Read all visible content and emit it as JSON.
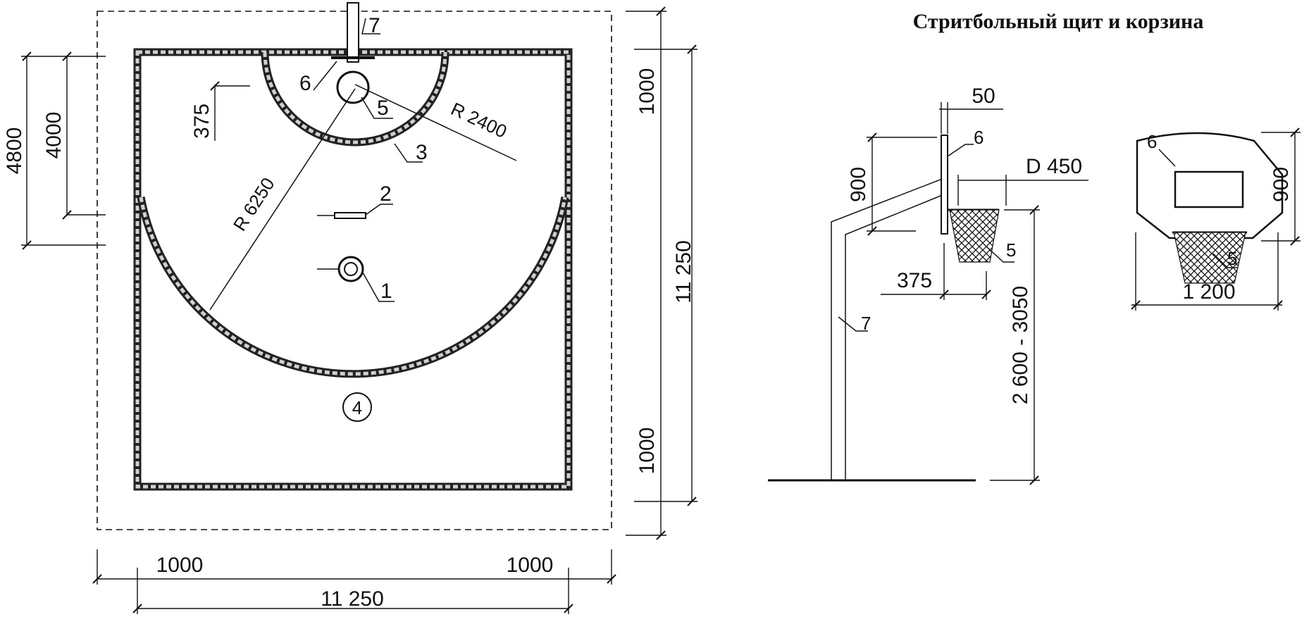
{
  "title": "Стритбольный щит и корзина",
  "court": {
    "markers": {
      "m1": "1",
      "m2": "2",
      "m3": "3",
      "m4": "4",
      "m5": "5",
      "m6": "6",
      "m7": "7"
    },
    "radius_big": "R 6250",
    "radius_small": "R 2400",
    "dims": {
      "left_outer": "4800",
      "left_inner": "4000",
      "offset": "375",
      "right_top": "1000",
      "right_total": "11 250",
      "right_bottom": "1000",
      "bottom_left": "1000",
      "bottom_right": "1000",
      "bottom_total": "11 250"
    }
  },
  "side_view": {
    "dims": {
      "thickness": "50",
      "height": "900",
      "diameter": "D 450",
      "offset": "375",
      "rim_height": "2 600 - 3050"
    },
    "markers": {
      "m6": "6",
      "m5": "5",
      "m7": "7"
    }
  },
  "front_view": {
    "dims": {
      "height": "900",
      "width": "1 200"
    },
    "markers": {
      "m6": "6",
      "m5": "5"
    }
  },
  "colors": {
    "ink": "#111111",
    "background": "#ffffff"
  }
}
